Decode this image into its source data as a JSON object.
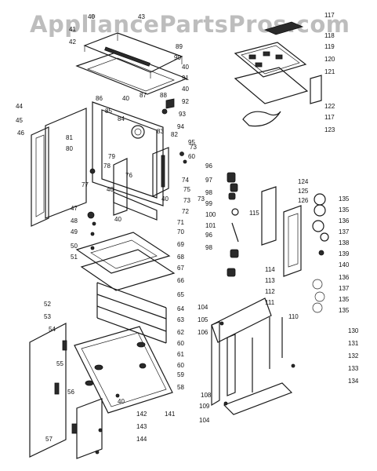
{
  "watermark": "AppliancePartsPros.com",
  "callouts": [
    {
      "t": "40"
    },
    {
      "t": "43"
    },
    {
      "t": "41"
    },
    {
      "t": "42"
    },
    {
      "t": "89"
    },
    {
      "t": "90"
    },
    {
      "t": "40"
    },
    {
      "t": "91"
    },
    {
      "t": "40"
    },
    {
      "t": "92"
    },
    {
      "t": "86"
    },
    {
      "t": "40"
    },
    {
      "t": "87"
    },
    {
      "t": "88"
    },
    {
      "t": "85"
    },
    {
      "t": "84"
    },
    {
      "t": "93"
    },
    {
      "t": "94"
    },
    {
      "t": "83"
    },
    {
      "t": "82"
    },
    {
      "t": "44"
    },
    {
      "t": "45"
    },
    {
      "t": "46"
    },
    {
      "t": "80"
    },
    {
      "t": "81"
    },
    {
      "t": "79"
    },
    {
      "t": "78"
    },
    {
      "t": "77"
    },
    {
      "t": "76"
    },
    {
      "t": "40"
    },
    {
      "t": "74"
    },
    {
      "t": "75"
    },
    {
      "t": "73"
    },
    {
      "t": "95"
    },
    {
      "t": "73"
    },
    {
      "t": "60"
    },
    {
      "t": "40"
    },
    {
      "t": "73"
    },
    {
      "t": "72"
    },
    {
      "t": "71"
    },
    {
      "t": "47"
    },
    {
      "t": "48"
    },
    {
      "t": "49"
    },
    {
      "t": "50"
    },
    {
      "t": "51"
    },
    {
      "t": "40"
    },
    {
      "t": "70"
    },
    {
      "t": "69"
    },
    {
      "t": "68"
    },
    {
      "t": "67"
    },
    {
      "t": "66"
    },
    {
      "t": "65"
    },
    {
      "t": "64"
    },
    {
      "t": "63"
    },
    {
      "t": "62"
    },
    {
      "t": "60"
    },
    {
      "t": "61"
    },
    {
      "t": "60"
    },
    {
      "t": "59"
    },
    {
      "t": "58"
    },
    {
      "t": "52"
    },
    {
      "t": "53"
    },
    {
      "t": "54"
    },
    {
      "t": "55"
    },
    {
      "t": "56"
    },
    {
      "t": "40"
    },
    {
      "t": "142"
    },
    {
      "t": "141"
    },
    {
      "t": "143"
    },
    {
      "t": "144"
    },
    {
      "t": "57"
    },
    {
      "t": "117"
    },
    {
      "t": "118"
    },
    {
      "t": "119"
    },
    {
      "t": "120"
    },
    {
      "t": "121"
    },
    {
      "t": "122"
    },
    {
      "t": "117"
    },
    {
      "t": "123"
    },
    {
      "t": "96"
    },
    {
      "t": "97"
    },
    {
      "t": "98"
    },
    {
      "t": "99"
    },
    {
      "t": "100"
    },
    {
      "t": "101"
    },
    {
      "t": "96"
    },
    {
      "t": "98"
    },
    {
      "t": "124"
    },
    {
      "t": "125"
    },
    {
      "t": "126"
    },
    {
      "t": "115"
    },
    {
      "t": "135"
    },
    {
      "t": "135"
    },
    {
      "t": "136"
    },
    {
      "t": "137"
    },
    {
      "t": "138"
    },
    {
      "t": "139"
    },
    {
      "t": "140"
    },
    {
      "t": "114"
    },
    {
      "t": "113"
    },
    {
      "t": "136"
    },
    {
      "t": "112"
    },
    {
      "t": "137"
    },
    {
      "t": "111"
    },
    {
      "t": "135"
    },
    {
      "t": "135"
    },
    {
      "t": "110"
    },
    {
      "t": "104"
    },
    {
      "t": "105"
    },
    {
      "t": "106"
    },
    {
      "t": "130"
    },
    {
      "t": "131"
    },
    {
      "t": "132"
    },
    {
      "t": "133"
    },
    {
      "t": "134"
    },
    {
      "t": "108"
    },
    {
      "t": "109"
    },
    {
      "t": "104"
    }
  ]
}
